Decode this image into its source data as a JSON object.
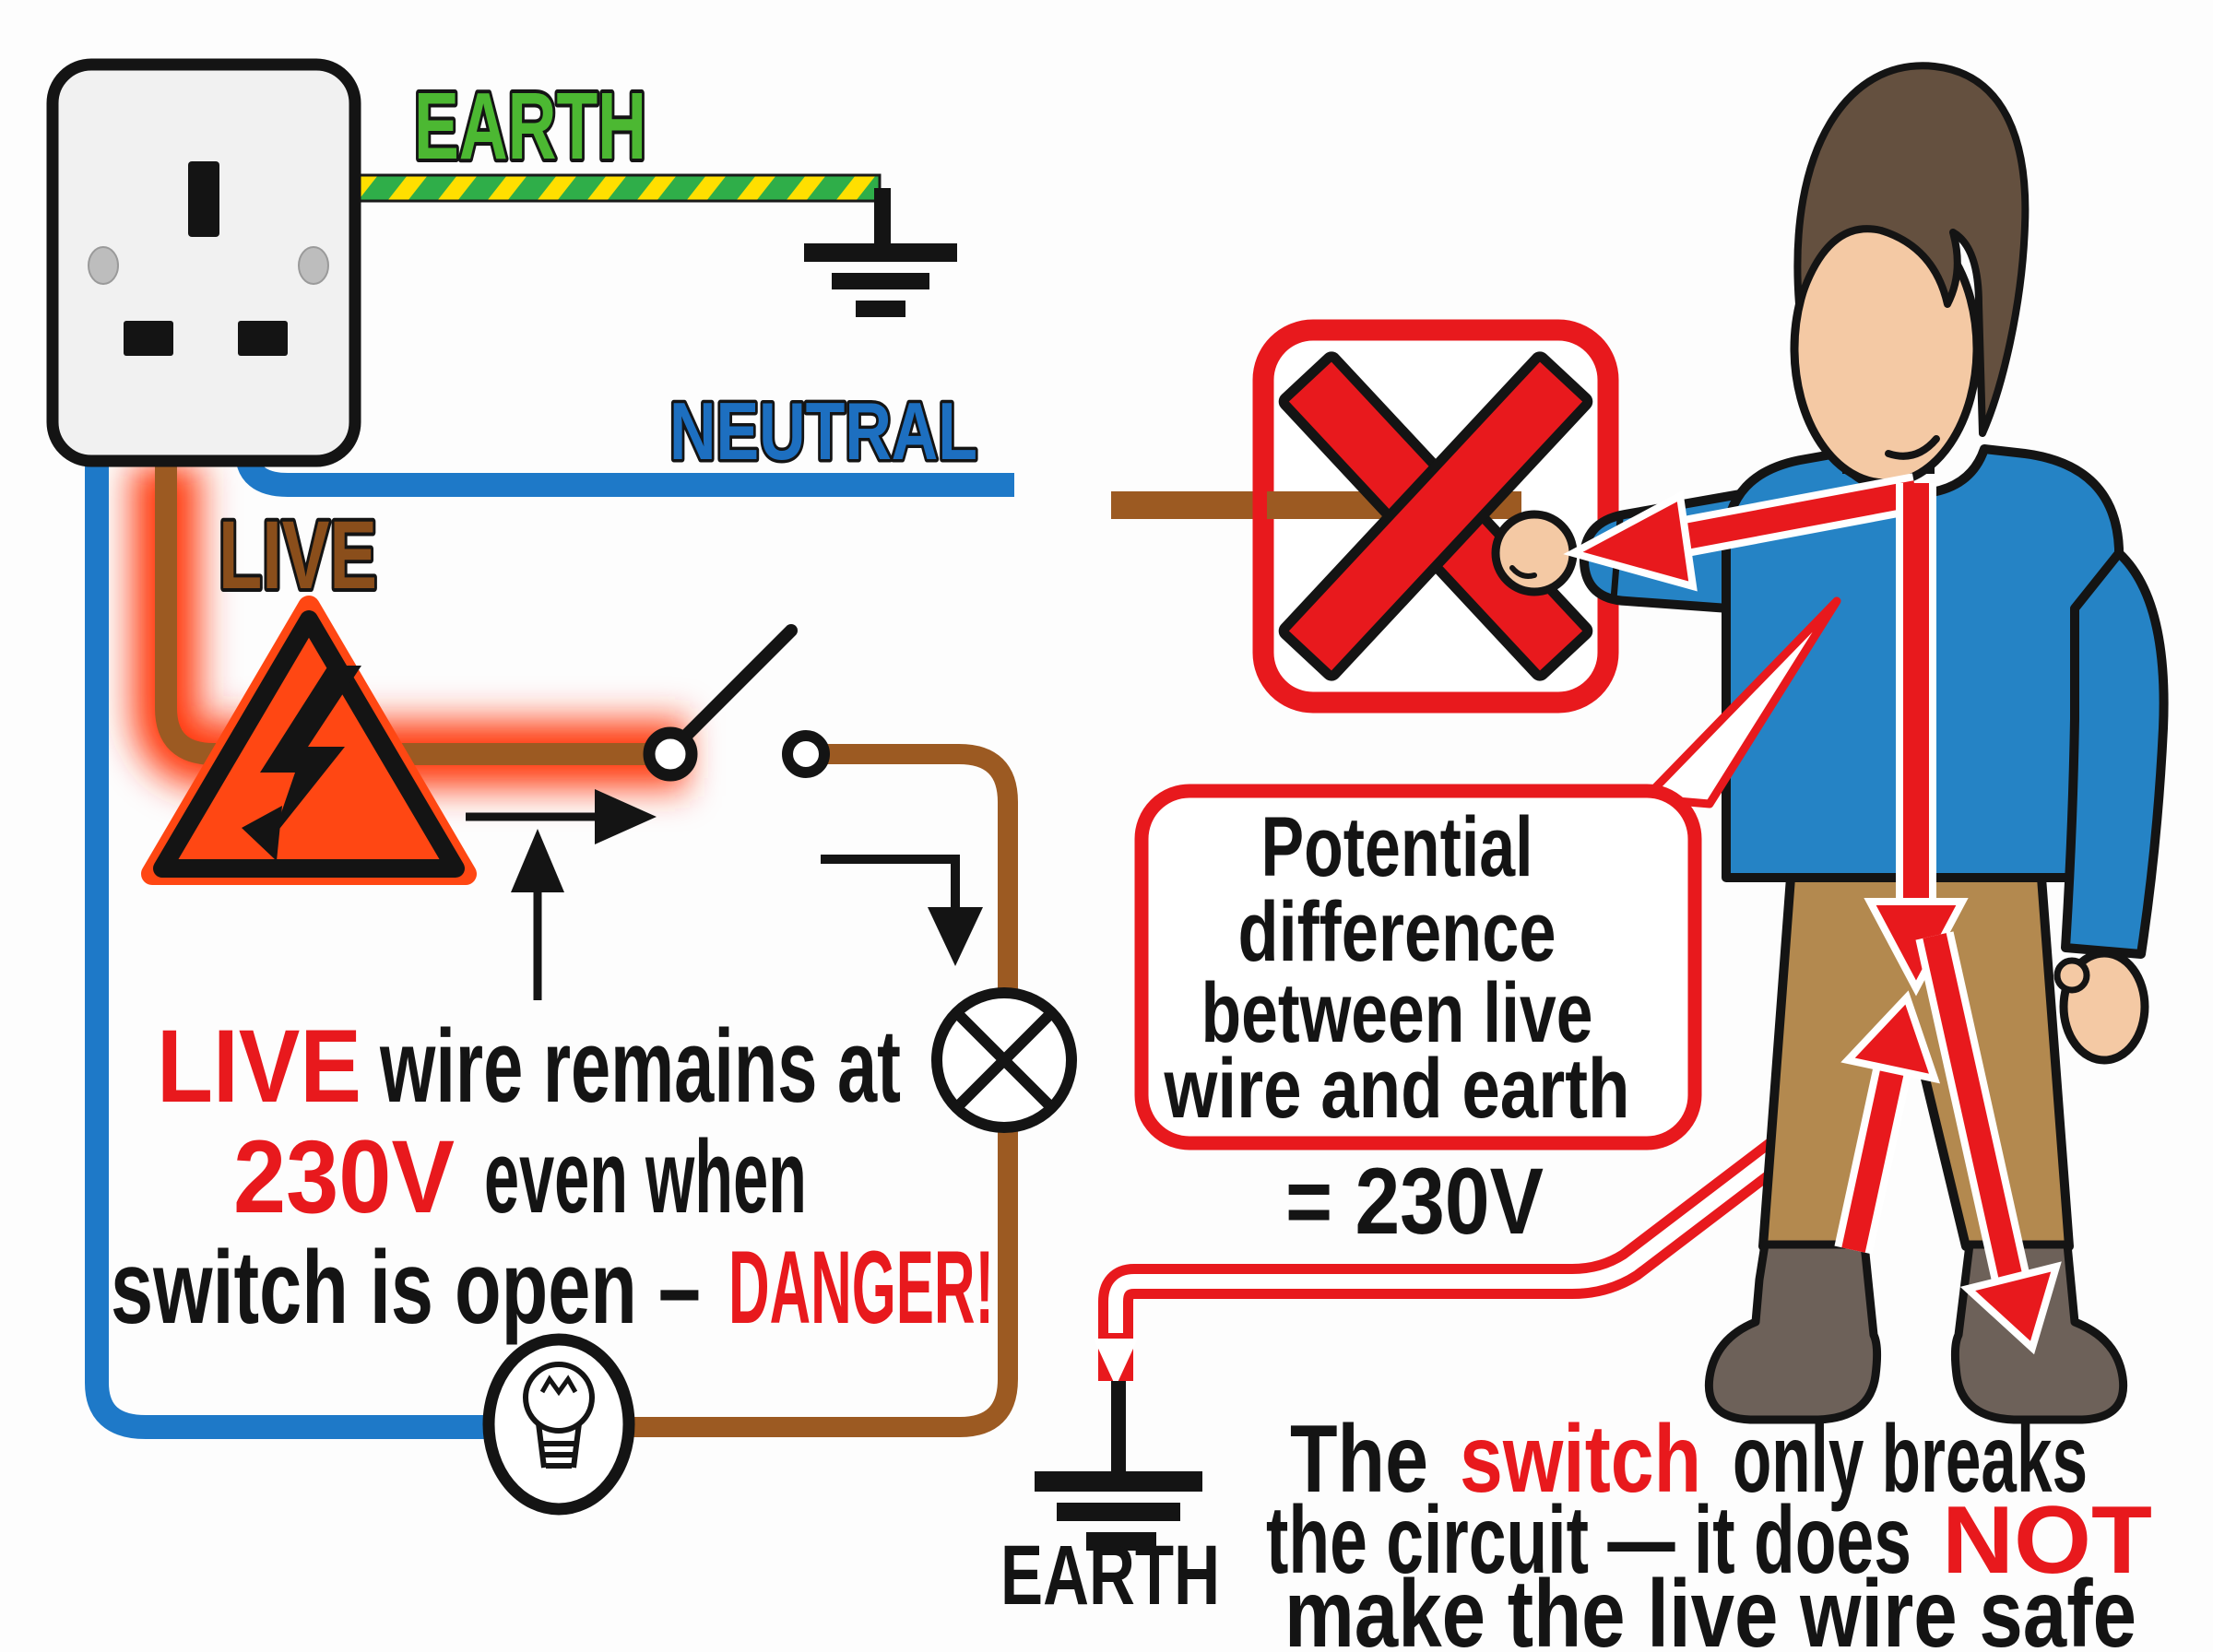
{
  "labels": {
    "earth_top": "EARTH",
    "neutral": "NEUTRAL",
    "live": "LIVE",
    "earth_bottom": "EARTH"
  },
  "warning_caption": {
    "line1_red": "LIVE",
    "line1_rest": "wire remains at",
    "line2_red": "230V",
    "line2_rest": "even when",
    "line3_black": "switch is open –",
    "line3_red": "DANGER!"
  },
  "bubble": {
    "line1": "Potential",
    "line2": "difference",
    "line3": "between live",
    "line4": "wire and earth",
    "value": "= 230V"
  },
  "bottom_caption": {
    "l1_a": "The",
    "l1_red": "switch",
    "l1_b": "only breaks",
    "l2_a": "the circuit — it does",
    "l2_red": "NOT",
    "l3": "make the live wire safe"
  },
  "colors": {
    "danger_red": "#e8191d",
    "wire_blue": "#1e79c8",
    "neutral_blue": "#1d6fc0",
    "wire_brown": "#9c5a22",
    "live_brown": "#8a4e1b",
    "earth_green": "#4cb832",
    "stripe_green": "#2fae49",
    "stripe_yellow": "#ffdf00",
    "glow_orange": "#ff2e00",
    "triangle_orange": "#ff4713",
    "sweater_blue": "#2583c5",
    "pants_tan": "#b3894f",
    "skin": "#f4c9a4",
    "hair_brown": "#64503f",
    "shoe_gray": "#6d6159"
  }
}
